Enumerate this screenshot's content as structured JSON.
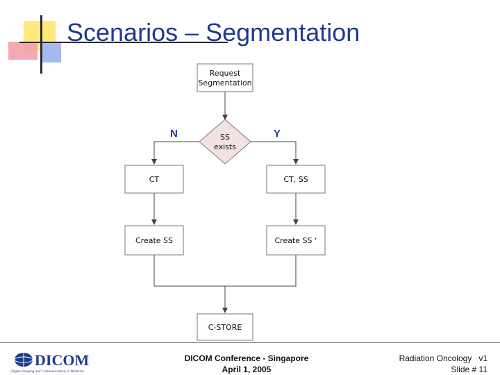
{
  "slide": {
    "title": "Scenarios – Segmentation"
  },
  "diagram": {
    "start_box": {
      "line1": "Request",
      "line2": "Segmentation"
    },
    "decision": {
      "line1": "SS",
      "line2": "exists"
    },
    "branch_no": "N",
    "branch_yes": "Y",
    "left_box1": "CT",
    "right_box1": "CT, SS",
    "left_box2": "Create SS",
    "right_box2": "Create SS ‘",
    "end_box": "C-STORE"
  },
  "footer": {
    "logo_text": "DICOM",
    "logo_subtitle": "Digital Imaging and Communications in Medicine",
    "conference": "DICOM Conference - Singapore",
    "date": "April 1, 2005",
    "track": "Radiation Oncology   v1",
    "slide_number": "Slide # 11"
  },
  "colors": {
    "title": "#1f3a8c",
    "branch_labels": "#1f3a8c",
    "decision_fill": "#f3e2e4",
    "box_fill": "#ffffff",
    "logo_blue": "#1f3a8c"
  }
}
